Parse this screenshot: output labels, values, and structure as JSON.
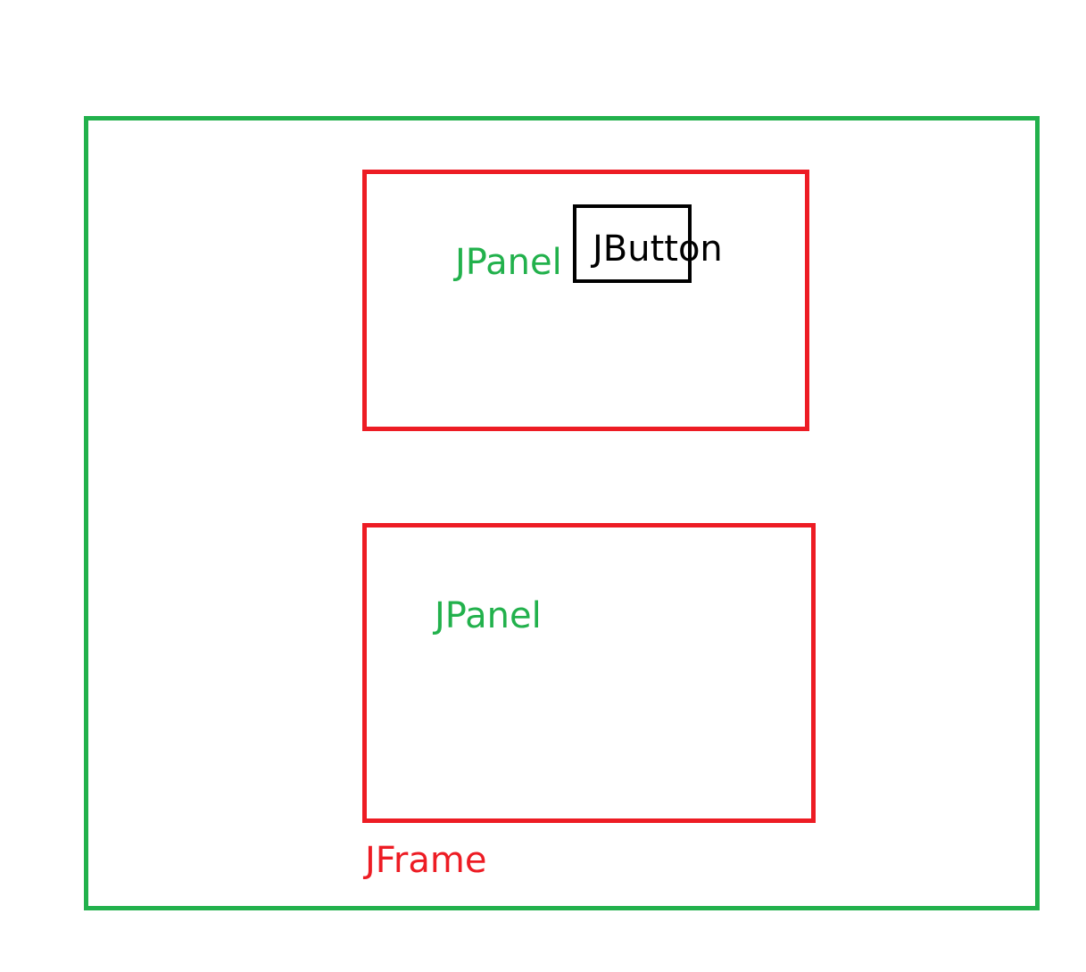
{
  "labels": {
    "panel_top": "JPanel",
    "button": "JButton",
    "panel_bottom": "JPanel",
    "frame": "JFrame"
  },
  "colors": {
    "frame_border": "#22b14c",
    "panel_border": "#ed1c24",
    "button_border": "#000000",
    "panel_label": "#22b14c",
    "frame_label": "#ed1c24",
    "button_label": "#000000"
  }
}
